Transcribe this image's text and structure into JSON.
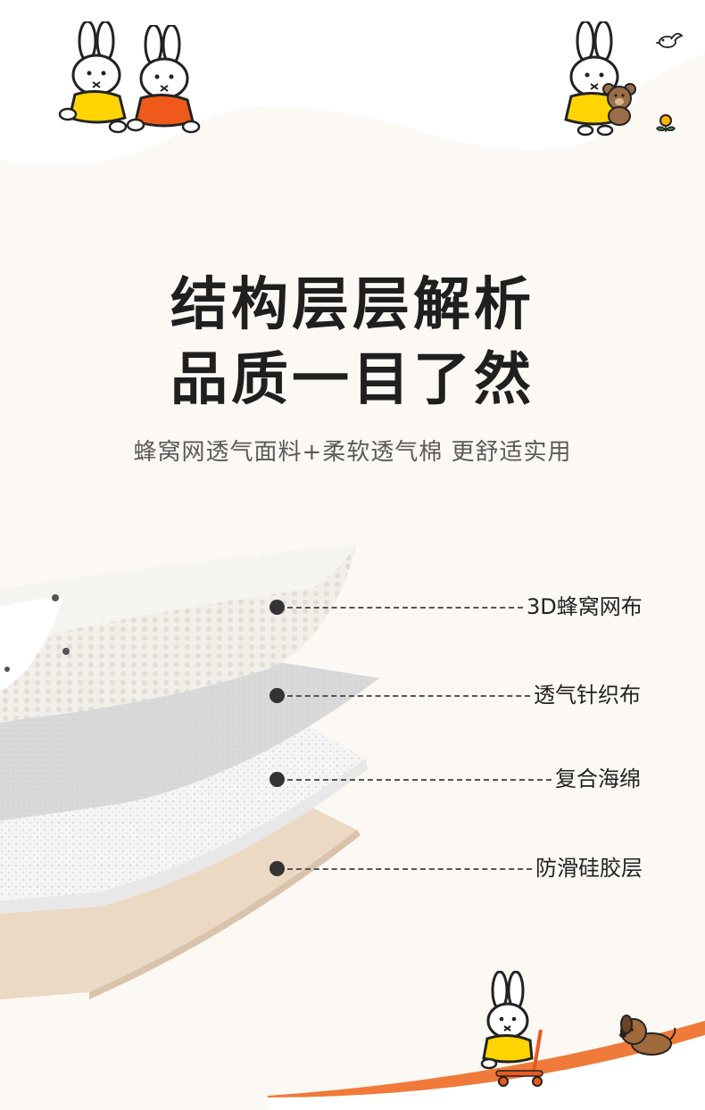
{
  "headline": {
    "line1": "结构层层解析",
    "line2": "品质一目了然"
  },
  "subtitle": "蜂窝网透气面料+柔软透气棉 更舒适实用",
  "layers": [
    {
      "label": "3D蜂窝网布"
    },
    {
      "label": "透气针织布"
    },
    {
      "label": "复合海绵"
    },
    {
      "label": "防滑硅胶层"
    }
  ],
  "colors": {
    "background": "#fcf8f3",
    "text_dark": "#1f1f1f",
    "yellow_shirt": "#ffd400",
    "orange_shirt": "#ef5a1c",
    "beige_layer": "#ecd9c4",
    "accent_orange": "#f07a3a"
  },
  "icons": [
    "rabbit-character-icon",
    "teddy-bear-icon",
    "flower-icon",
    "bird-icon",
    "puppy-icon",
    "scooter-icon"
  ]
}
